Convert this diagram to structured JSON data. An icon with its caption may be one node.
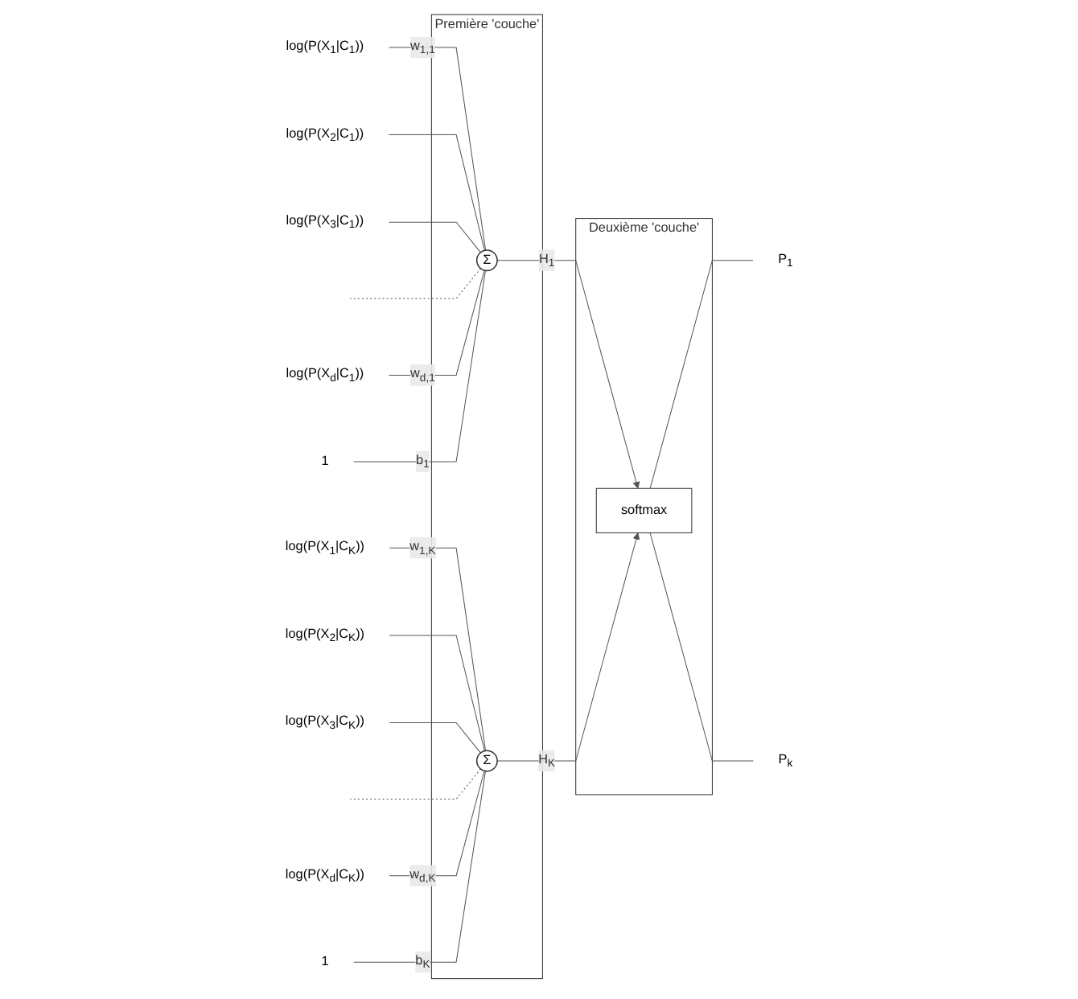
{
  "diagram": {
    "nodes": [
      {
        "text": [
          "log(P(X$_{1}$|C$_{1}$))"
        ]
      },
      {
        "text": [
          "log(P(X$_{2}$|C$_{1}$))"
        ]
      },
      {
        "text": [
          "log(P(X$_{3}$|C$_{1}$))"
        ]
      },
      {
        "text": [
          "log(P(X$_{d}$|C$_{1}$))"
        ]
      },
      {
        "text": [
          "1"
        ]
      },
      {
        "text": [
          "log(P(X$_{1}$|C$_{K}$))"
        ]
      },
      {
        "text": [
          "log(P(X$_{2}$|C$_{K}$))"
        ]
      },
      {
        "text": [
          "log(P(X$_{3}$|C$_{K}$))"
        ]
      },
      {
        "text": [
          "log(P(X$_{d}$|C$_{K}$))"
        ]
      },
      {
        "text": [
          "1"
        ]
      },
      {
        "text": [
          "Première 'couche'"
        ]
      },
      {
        "text": [
          "Σ"
        ],
        "in": 10
      },
      {
        "text": [
          "Σ"
        ],
        "in": 10
      },
      {
        "text": [
          "Deuxième 'couche'"
        ]
      },
      {
        "text": [
          "softmax"
        ],
        "in": 13
      },
      {
        "text": [
          "P$_{1}$"
        ]
      },
      {
        "text": [
          "P$_{k}$"
        ]
      }
    ],
    "edges": [
      {
        "from": 0,
        "to": 11,
        "arrow": "none",
        "label": "w$_{1,1}$"
      },
      {
        "from": 1,
        "to": 11,
        "arrow": "none"
      },
      {
        "from": 2,
        "to": 11,
        "arrow": "none"
      },
      {
        "from": null,
        "to": 11,
        "arrow": "none",
        "style": "dashed"
      },
      {
        "from": 3,
        "to": 11,
        "arrow": "none",
        "label": "w$_{d,1}$"
      },
      {
        "from": 4,
        "to": 11,
        "arrow": "none",
        "label": "b$_{1}$"
      },
      {
        "from": 5,
        "to": 12,
        "arrow": "none",
        "label": "w$_{1,K}$"
      },
      {
        "from": 6,
        "to": 12,
        "arrow": "none"
      },
      {
        "from": 7,
        "to": 12,
        "arrow": "none"
      },
      {
        "from": null,
        "to": 12,
        "arrow": "none",
        "style": "dashed"
      },
      {
        "from": 8,
        "to": 12,
        "arrow": "none",
        "label": "w$_{d,K}$"
      },
      {
        "from": 9,
        "to": 12,
        "arrow": "none",
        "label": "b$_{K}$"
      },
      {
        "from": 11,
        "to": 14,
        "arrow": "to",
        "label": "H$_{1}$"
      },
      {
        "from": 12,
        "to": 14,
        "arrow": "to",
        "label": "H$_{K}$"
      },
      {
        "from": 14,
        "to": 15,
        "arrow": "none"
      },
      {
        "from": 14,
        "to": 16,
        "arrow": "none"
      }
    ]
  }
}
